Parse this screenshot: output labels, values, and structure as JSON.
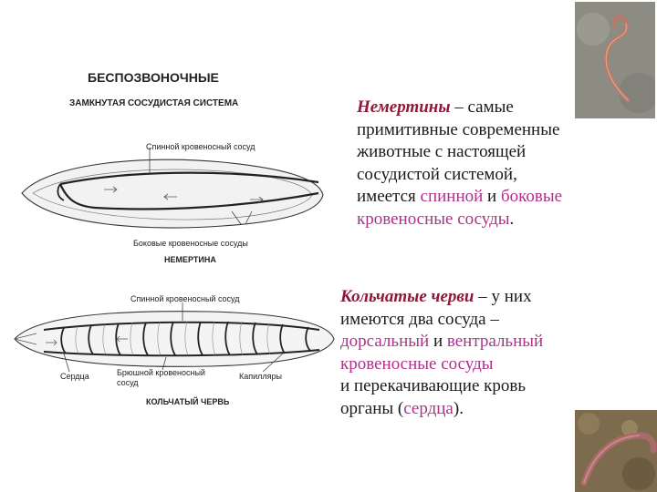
{
  "diagram": {
    "title": "БЕСПОЗВОНОЧНЫЕ",
    "subtitle": "ЗАМКНУТАЯ СОСУДИСТАЯ СИСТЕМА",
    "nemertine": {
      "label_dorsal": "Спинной кровеносный сосуд",
      "label_lateral": "Боковые кровеносные сосуды",
      "caption": "НЕМЕРТИНА"
    },
    "annelid": {
      "label_dorsal": "Спинной кровеносный сосуд",
      "label_heart": "Сердца",
      "label_ventral_1": "Брюшной кровеносный",
      "label_ventral_2": "сосуд",
      "label_capillaries": "Капилляры",
      "caption": "КОЛЬЧАТЫЙ ЧЕРВЬ"
    }
  },
  "text1": {
    "term": "Немертины",
    "rest": " – самые",
    "line2": "примитивные современные",
    "line3": "животные с настоящей",
    "line4": "сосудистой системой,",
    "line5_a": "имеется ",
    "line5_b": "спинной",
    "line5_c": " и ",
    "line5_d": "боковые",
    "line6_a": "кровеносные сосуды",
    "line6_b": "."
  },
  "text2": {
    "term": "Кольчатые черви",
    "rest": " – у них",
    "line2": "имеются два сосуда –",
    "line3_a": "дорсальный",
    "line3_b": " и ",
    "line3_c": "вентральный",
    "line4": "кровеносные сосуды",
    "line5": "и перекачивающие кровь",
    "line6_a": "органы (",
    "line6_b": "сердца",
    "line6_c": ")."
  }
}
